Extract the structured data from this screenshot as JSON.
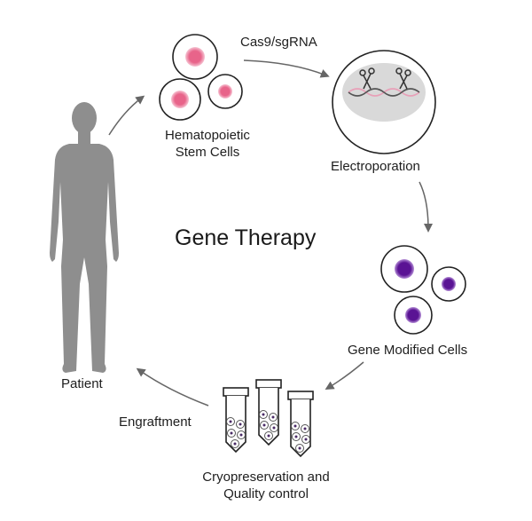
{
  "diagram": {
    "title": "Gene Therapy",
    "nodes": {
      "patient": {
        "label": "Patient"
      },
      "hsc": {
        "label_line1": "Hematopoietic",
        "label_line2": "Stem Cells"
      },
      "electroporation": {
        "label": "Electroporation"
      },
      "modified": {
        "label": "Gene Modified Cells"
      },
      "cryo": {
        "label_line1": "Cryopreservation and",
        "label_line2": "Quality control"
      }
    },
    "edges": {
      "cas9": "Cas9/sgRNA",
      "engraftment": "Engraftment"
    },
    "colors": {
      "body": "#8e8e8e",
      "stem_nucleus": "#e8648a",
      "modified_nucleus": "#5a1394",
      "arrow": "#666666",
      "electroporation_fill": "#d9d9d9",
      "dna": "#e8a0b8"
    }
  }
}
